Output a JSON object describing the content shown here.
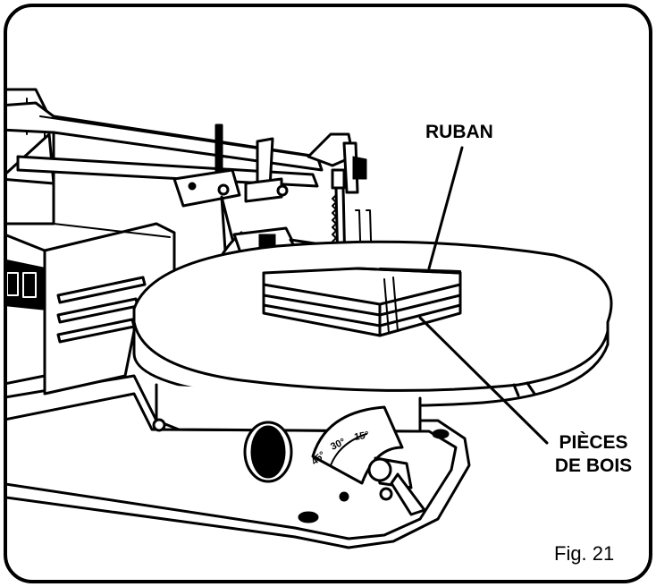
{
  "labels": {
    "ruban": "RUBAN",
    "pieces_line1": "PIÈCES",
    "pieces_line2": "DE BOIS",
    "figure": "Fig. 21"
  },
  "dial": {
    "mark_45": "45°",
    "mark_30": "30°",
    "mark_15": "15°"
  }
}
